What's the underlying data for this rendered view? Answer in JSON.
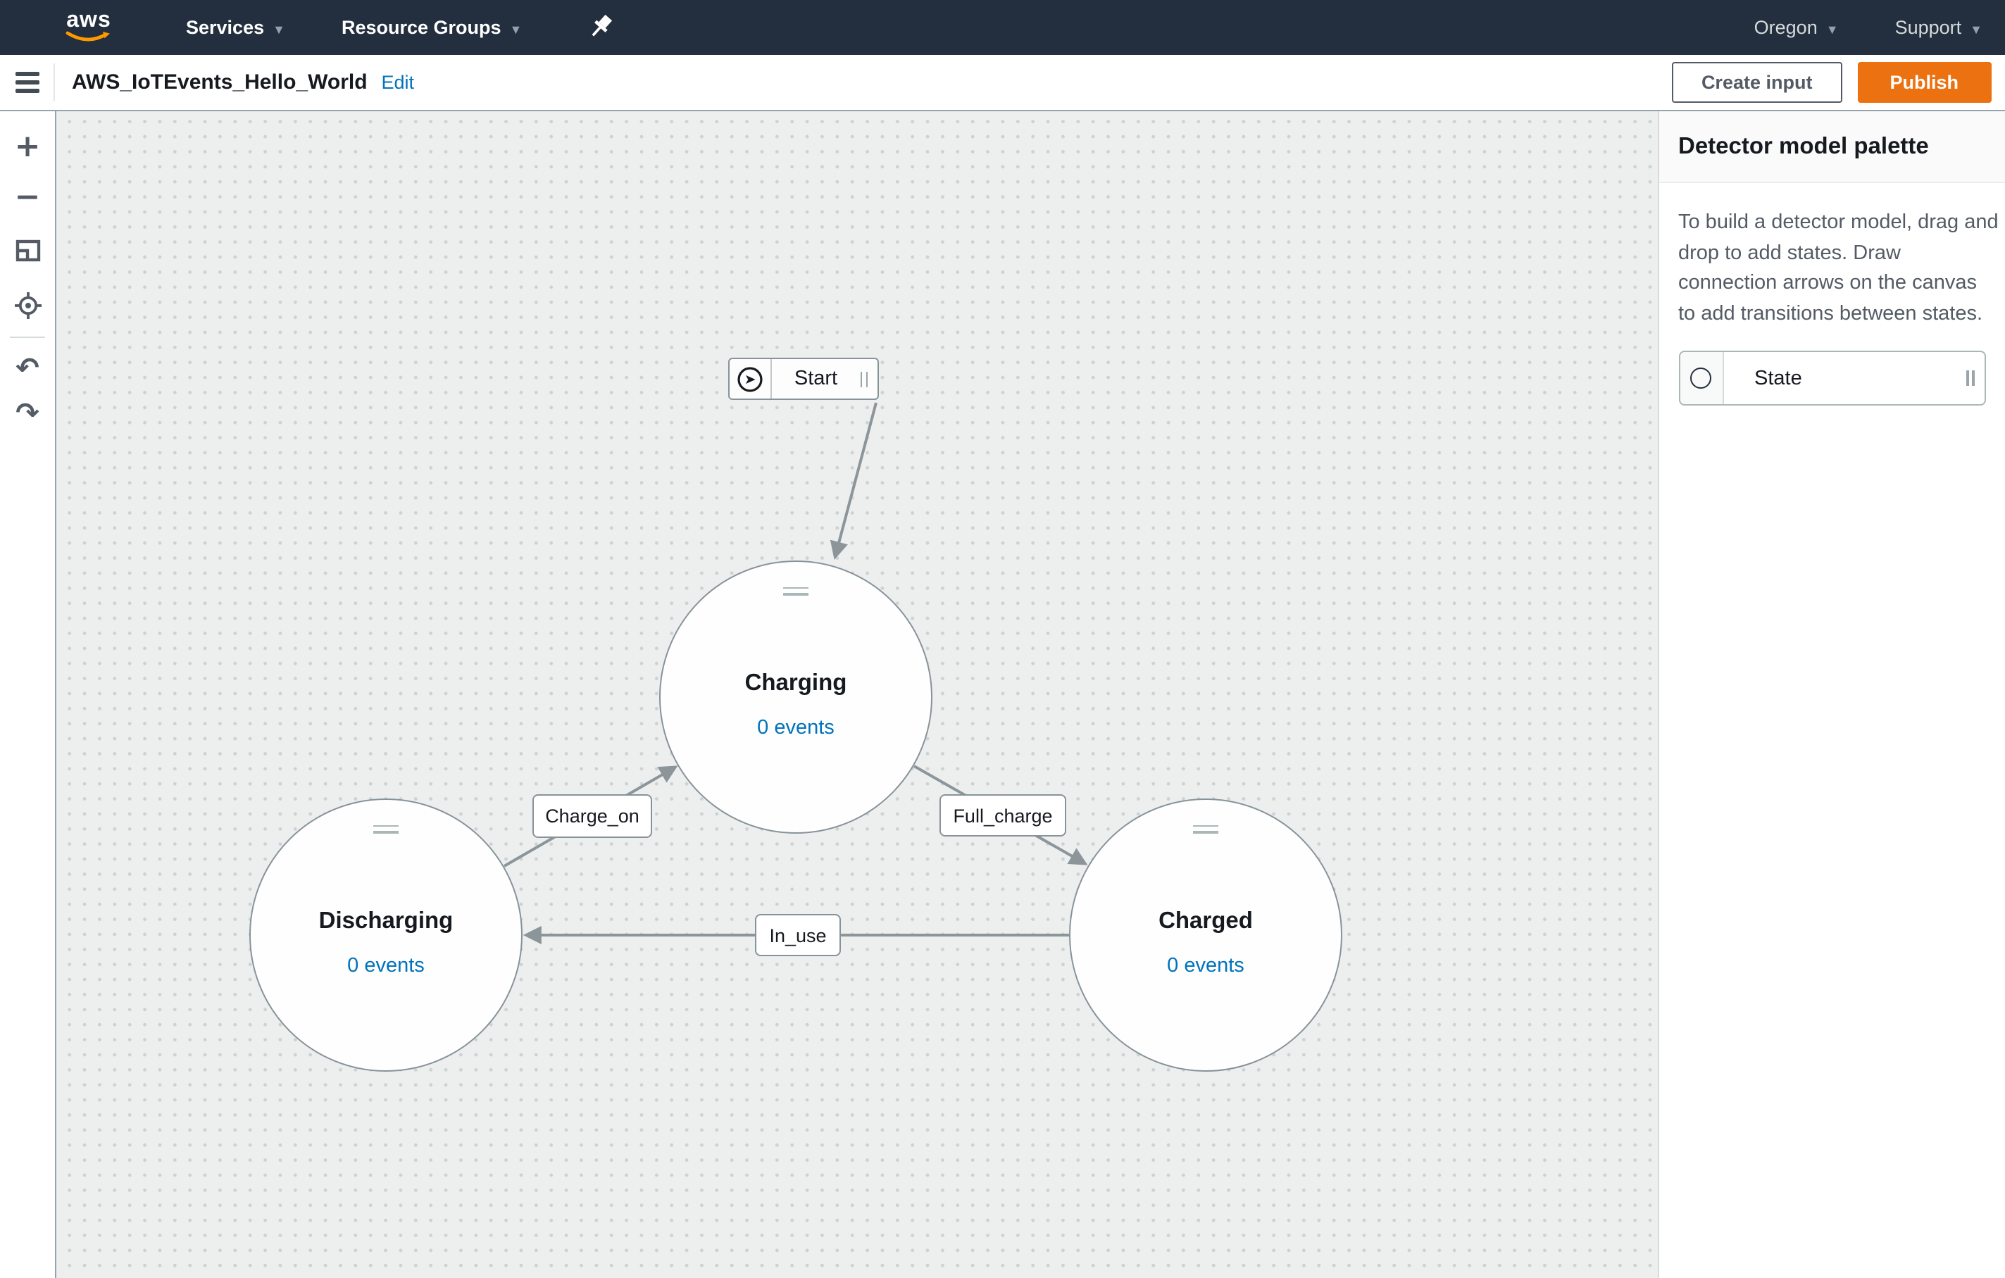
{
  "nav": {
    "logo_text": "aws",
    "services_label": "Services",
    "resource_groups_label": "Resource Groups",
    "region_label": "Oregon",
    "support_label": "Support"
  },
  "header": {
    "title": "AWS_IoTEvents_Hello_World",
    "edit_label": "Edit",
    "create_input_label": "Create input",
    "publish_label": "Publish"
  },
  "toolbar": {
    "zoom_in_glyph": "+",
    "zoom_out_glyph": "−",
    "undo_glyph": "↶",
    "redo_glyph": "↷"
  },
  "diagram": {
    "start_label": "Start",
    "states": [
      {
        "name": "Charging",
        "events": "0 events"
      },
      {
        "name": "Discharging",
        "events": "0 events"
      },
      {
        "name": "Charged",
        "events": "0 events"
      }
    ],
    "transitions": [
      {
        "label": "Charge_on"
      },
      {
        "label": "Full_charge"
      },
      {
        "label": "In_use"
      }
    ]
  },
  "palette": {
    "title": "Detector model palette",
    "description": "To build a detector model, drag and drop to add states. Draw connection arrows on the canvas to add transitions between states.",
    "state_item_label": "State"
  },
  "colors": {
    "nav_bg": "#232f3e",
    "publish_orange": "#ec7211",
    "logo_smile_orange": "#ff9900",
    "link_blue": "#0073bb",
    "wire_gray": "#8b959a",
    "canvas_bg": "#edefef"
  }
}
